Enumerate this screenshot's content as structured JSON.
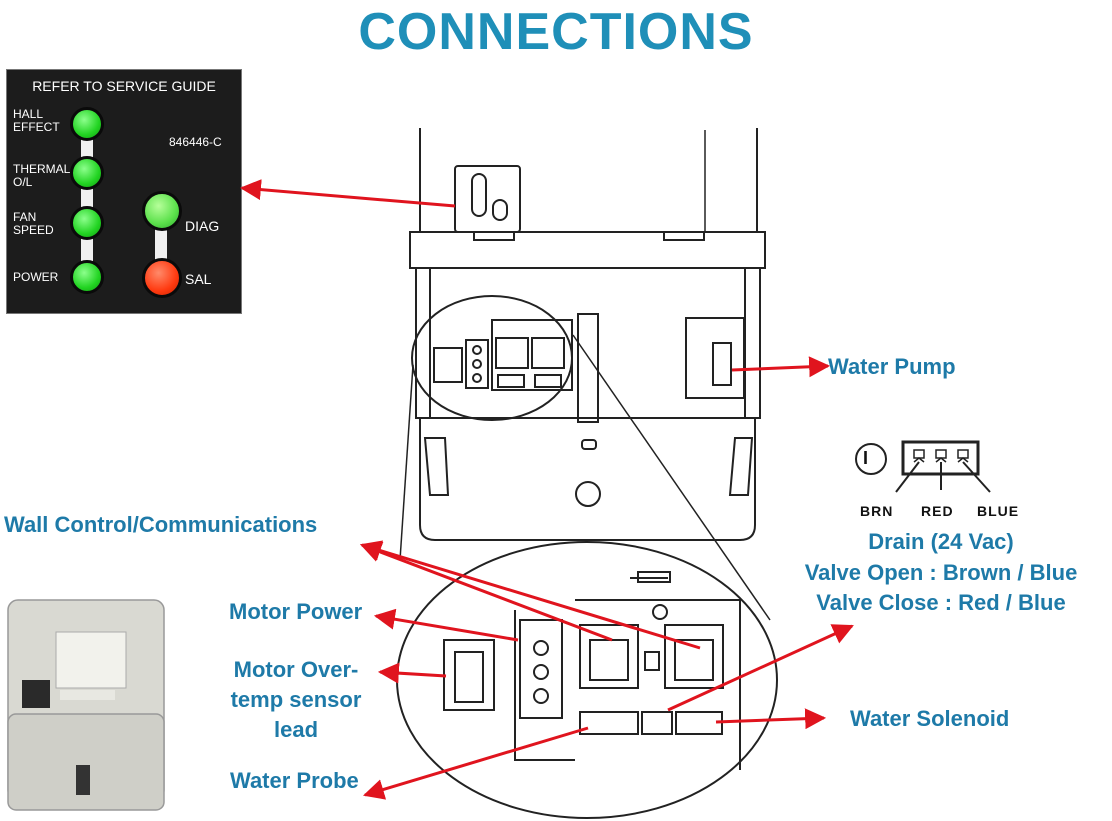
{
  "title": "CONNECTIONS",
  "led_panel": {
    "header": "REFER TO SERVICE GUIDE",
    "part_number": "846446-C",
    "leds": [
      {
        "label": "HALL\nEFFECT",
        "color": "green"
      },
      {
        "label": "THERMAL\nO/L",
        "color": "green"
      },
      {
        "label": "FAN\nSPEED",
        "color": "green"
      },
      {
        "label": "POWER",
        "color": "green"
      },
      {
        "label": "DIAG",
        "color": "light-green"
      },
      {
        "label": "SAL",
        "color": "red"
      }
    ]
  },
  "labels": {
    "water_pump": "Water Pump",
    "wall_control": "Wall Control/Communications",
    "motor_power": "Motor Power",
    "motor_overtemp": "Motor Over-\ntemp sensor\nlead",
    "water_probe": "Water Probe",
    "water_solenoid": "Water Solenoid",
    "drain": "Drain (24 Vac)",
    "valve_open": "Valve Open : Brown / Blue",
    "valve_close": "Valve Close : Red / Blue"
  },
  "connector_pinout": {
    "marker": "I",
    "wires": [
      "BRN",
      "RED",
      "BLUE"
    ]
  },
  "colors": {
    "title": "#1f8fb8",
    "callout": "#1e7aa8",
    "arrow": "#e0141e"
  }
}
